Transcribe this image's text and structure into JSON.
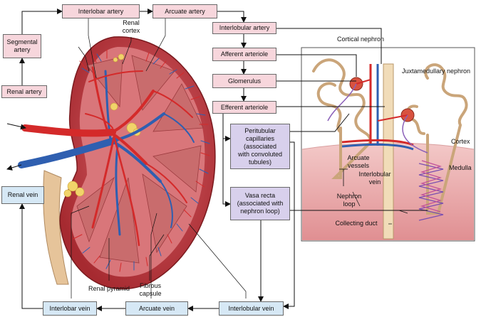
{
  "flow_boxes": {
    "interlobar_artery": "Interlobar artery",
    "arcuate_artery": "Arcuate artery",
    "interlobular_artery": "Interlobular artery",
    "segmental_artery": "Segmental\nartery",
    "renal_artery": "Renal artery",
    "afferent_arteriole": "Afferent arteriole",
    "glomerulus": "Glomerulus",
    "efferent_arteriole": "Efferent arteriole",
    "peritubular_capillaries": "Peritubular\ncapillaries\n(associated\nwith convoluted\ntubules)",
    "vasa_recta": "Vasa recta\n(associated with\nnephron loop)",
    "renal_vein": "Renal vein",
    "interlobar_vein": "Interlobar vein",
    "arcuate_vein": "Arcuate vein",
    "interlobular_vein": "Interlobular vein"
  },
  "kidney_labels": {
    "renal_cortex": "Renal\ncortex",
    "renal_pyramid": "Renal pyramid",
    "fibrous_capsule": "Fibrous\ncapsule"
  },
  "nephron_labels": {
    "cortical_nephron": "Cortical nephron",
    "juxtamedullary_nephron": "Juxtamedullary nephron",
    "cortex": "Cortex",
    "medulla": "Medulla",
    "arcuate_vessels": "Arcuate\nvessels",
    "interlobular_vein": "Interlobular\nvein",
    "nephron_loop": "Nephron\nloop",
    "collecting_duct": "Collecting duct"
  },
  "colors": {
    "artery_box": "#f7d6dc",
    "capillary_box": "#d8d0ec",
    "vein_box": "#d6e8f5",
    "artery": "#d42a2a",
    "vein": "#2f5fb0",
    "kidney": "#b8343a"
  }
}
